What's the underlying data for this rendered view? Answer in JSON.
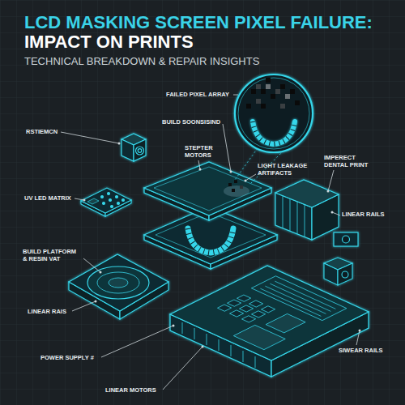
{
  "diagram": {
    "title": "LCD MASKING SCREEN PIXEL FAILURE: IMPACT ON PRINTS",
    "labels": [
      "TECHNICAL BREAKDOWN & REPAIR INSIGHTS",
      "FAILED PIXEL ARRAY",
      "BUILD SOONSISIND",
      "RSTIEMCN",
      "STEPTER MOTORS",
      "LIGHT LEAKAGE ARTIFACTS",
      "IMPERECT DENTAL PRINT",
      "UV LED MATRIX",
      "LINEAR RAILS",
      "BUILD PLATFORM & RESIN VAT",
      "LINEAR RAIS",
      "POWER SUPPLY #",
      "SIWEAR RAILS",
      "LINEAR MOTORS"
    ]
  }
}
